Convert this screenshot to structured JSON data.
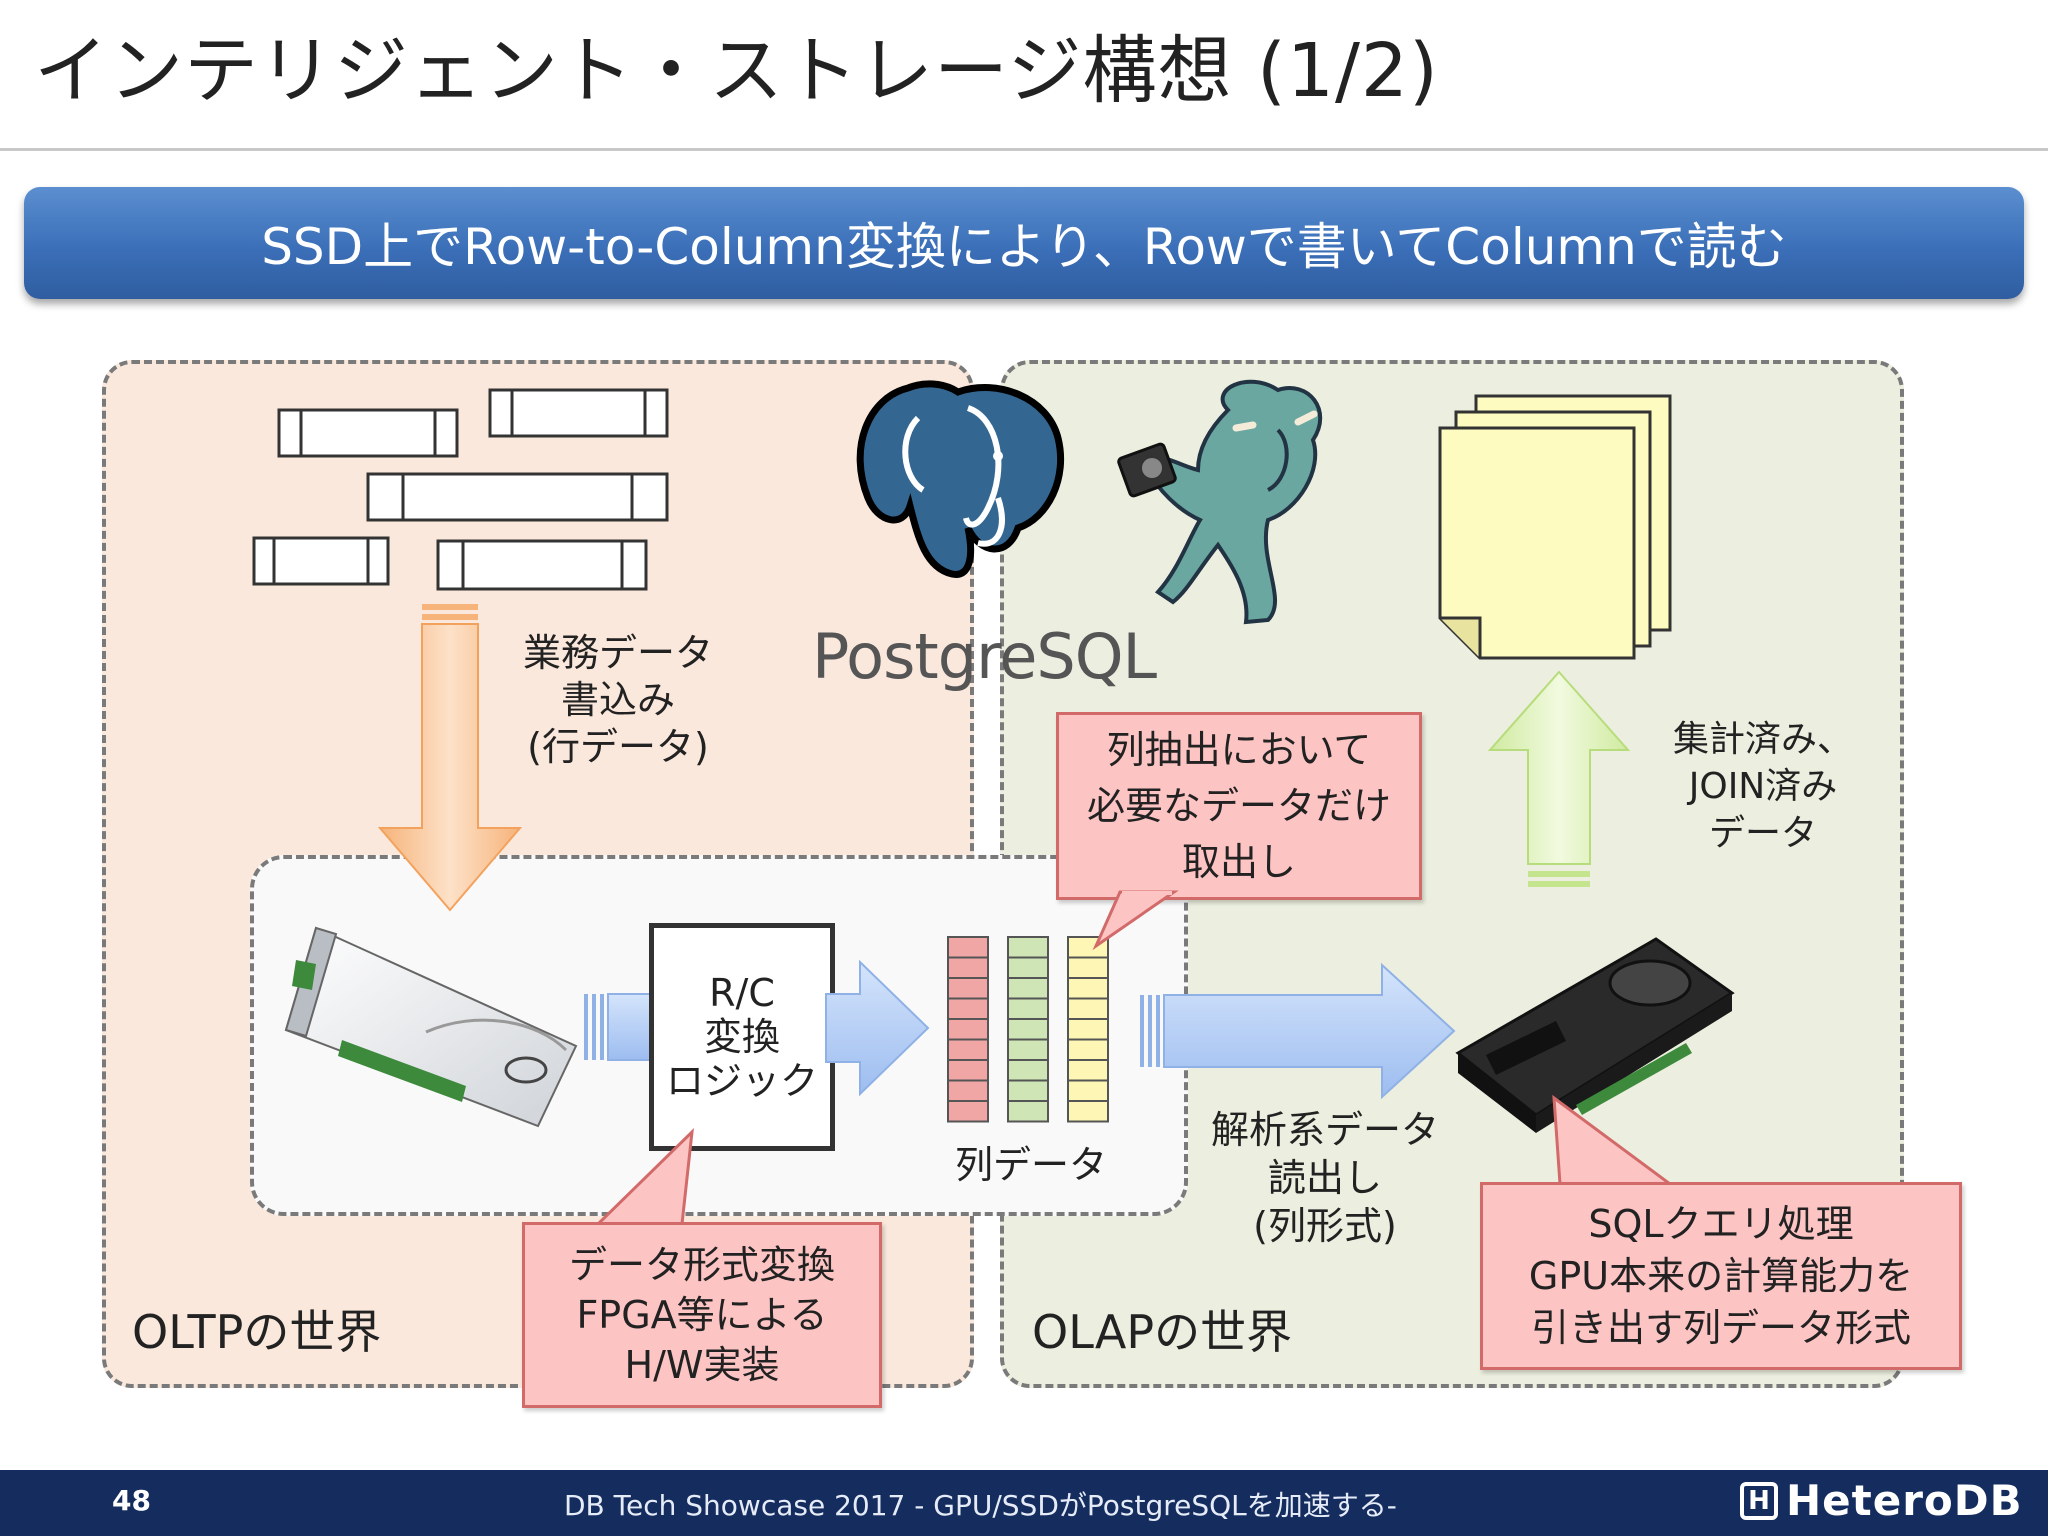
{
  "slide": {
    "title": "インテリジェント・ストレージ構想 (1/2)",
    "banner": "SSD上でRow-to-Column変換により、Rowで書いてColumnで読む"
  },
  "oltp": {
    "world_label": "OLTPの世界",
    "write_label": [
      "業務データ",
      "書込み",
      "(行データ)"
    ]
  },
  "olap": {
    "world_label": "OLAPの世界",
    "aggregate_label": [
      "集計済み、",
      "JOIN済み",
      "データ"
    ],
    "read_label": [
      "解析系データ",
      "読出し",
      "(列形式)"
    ]
  },
  "logo": {
    "postgres_text": "PostgreSQL"
  },
  "converter": {
    "logic_label": [
      "R/C",
      "変換",
      "ロジック"
    ],
    "column_data_label": "列データ"
  },
  "callouts": {
    "column_extract": [
      "列抽出において",
      "必要なデータだけ",
      "取出し"
    ],
    "fpga": [
      "データ形式変換",
      "FPGA等による",
      "H/W実装"
    ],
    "gpu": [
      "SQLクエリ処理",
      "GPU本来の計算能力を",
      "引き出す列データ形式"
    ]
  },
  "colors": {
    "banner": "#3b6fb8",
    "oltp_bg": "#fbe8dc",
    "olap_bg": "#ecefdf",
    "callout_bg": "#fdc4c4",
    "footer_bg": "#152c5f"
  },
  "footer": {
    "page_number": "48",
    "event_text": "DB Tech Showcase 2017 - GPU/SSDがPostgreSQLを加速する-",
    "brand": "HeteroDB"
  }
}
